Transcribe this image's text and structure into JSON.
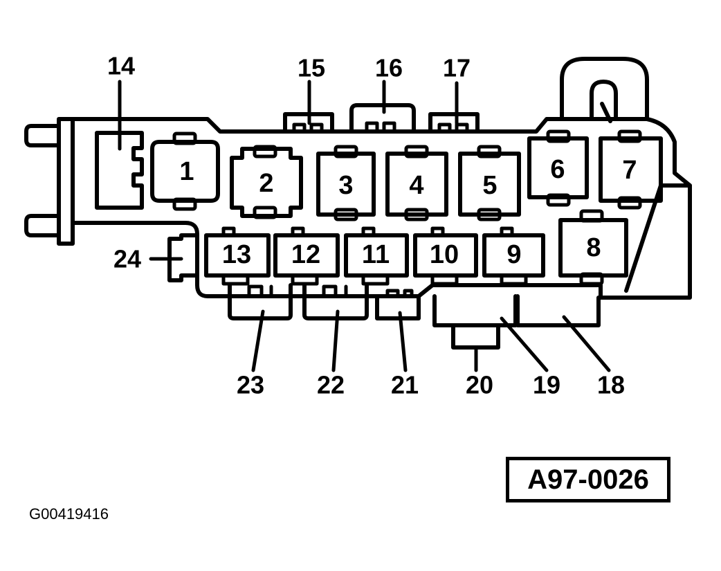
{
  "relays": [
    {
      "id": "relay-1",
      "label": "1"
    },
    {
      "id": "relay-2",
      "label": "2"
    },
    {
      "id": "relay-3",
      "label": "3"
    },
    {
      "id": "relay-4",
      "label": "4"
    },
    {
      "id": "relay-5",
      "label": "5"
    },
    {
      "id": "relay-6",
      "label": "6"
    },
    {
      "id": "relay-7",
      "label": "7"
    },
    {
      "id": "relay-8",
      "label": "8"
    },
    {
      "id": "relay-9",
      "label": "9"
    },
    {
      "id": "relay-10",
      "label": "10"
    },
    {
      "id": "relay-11",
      "label": "11"
    },
    {
      "id": "relay-12",
      "label": "12"
    },
    {
      "id": "relay-13",
      "label": "13"
    }
  ],
  "callouts": [
    {
      "id": "callout-14",
      "label": "14"
    },
    {
      "id": "callout-15",
      "label": "15"
    },
    {
      "id": "callout-16",
      "label": "16"
    },
    {
      "id": "callout-17",
      "label": "17"
    },
    {
      "id": "callout-18",
      "label": "18"
    },
    {
      "id": "callout-19",
      "label": "19"
    },
    {
      "id": "callout-20",
      "label": "20"
    },
    {
      "id": "callout-21",
      "label": "21"
    },
    {
      "id": "callout-22",
      "label": "22"
    },
    {
      "id": "callout-23",
      "label": "23"
    },
    {
      "id": "callout-24",
      "label": "24"
    }
  ],
  "figure_code": "A97-0026",
  "graphic_id": "G00419416"
}
